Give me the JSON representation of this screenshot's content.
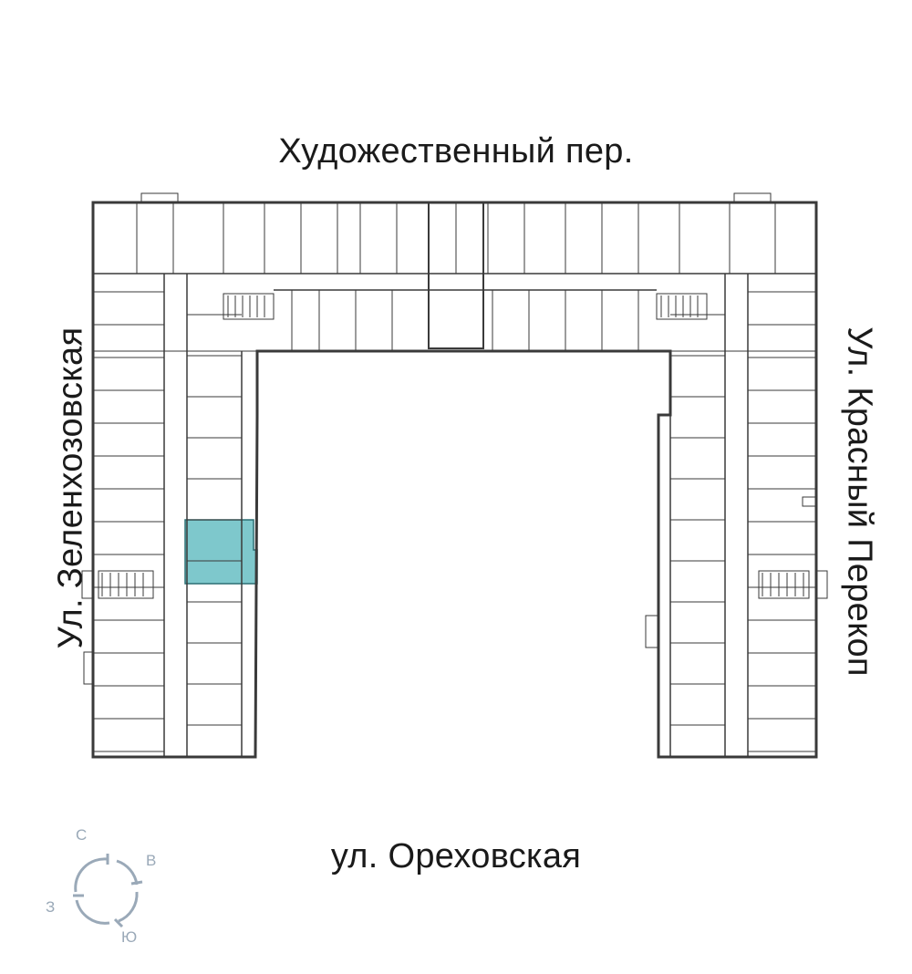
{
  "streets": {
    "top": "Художественный пер.",
    "bottom": "ул. Ореховская",
    "left": "Ул. Зеленхозовская",
    "right": "Ул. Красный Перекоп"
  },
  "compass": {
    "north": "С",
    "east": "В",
    "south": "Ю",
    "west": "З"
  },
  "colors": {
    "highlight": "#7ec8cc",
    "walls": "#3a3a3a",
    "compass": "#9aa9b8"
  }
}
